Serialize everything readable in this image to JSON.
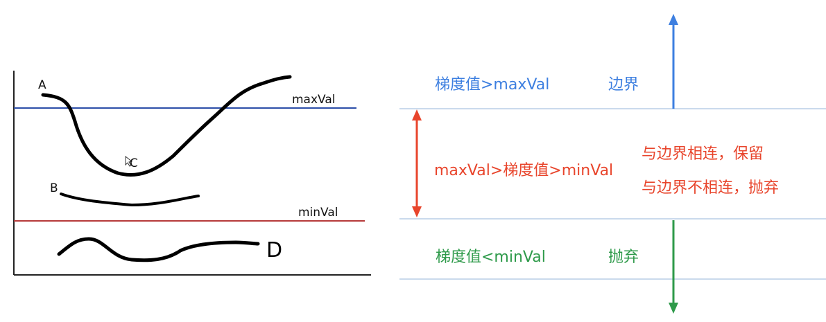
{
  "left": {
    "labels": {
      "a": "A",
      "b": "B",
      "c": "C",
      "d": "D",
      "max": "maxVal",
      "min": "minVal"
    }
  },
  "right": {
    "top": {
      "condition": "梯度值>maxVal",
      "result": "边界",
      "color": "#3d7fe0"
    },
    "middle": {
      "condition": "maxVal>梯度值>minVal",
      "result_connected": "与边界相连，保留",
      "result_not_connected": "与边界不相连，抛弃",
      "color": "#e8452c"
    },
    "bottom": {
      "condition": "梯度值<minVal",
      "result": "抛弃",
      "color": "#2e9a4a"
    }
  }
}
